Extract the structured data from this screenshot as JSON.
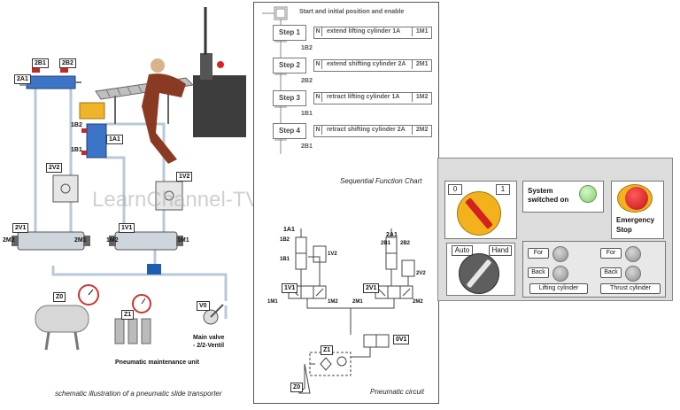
{
  "watermark": "LearnChannel-TV.com",
  "left_schematic": {
    "caption": "schematic illustration of a pneumatic slide transporter",
    "maintenance_label": "Pneumatic maintenance unit",
    "valve_label_line1": "Main valve",
    "valve_label_line2": "- 2/2-Ventil",
    "labels": {
      "2A1": "2A1",
      "2B1": "2B1",
      "2B2": "2B2",
      "1B2": "1B2",
      "1B1": "1B1",
      "1A1": "1A1",
      "2V2": "2V2",
      "1V2": "1V2",
      "2V1": "2V1",
      "1V1": "1V1",
      "2M2": "2M2",
      "2M1": "2M1",
      "1M2": "1M2",
      "1M1": "1M1",
      "Z0": "Z0",
      "Z1": "Z1",
      "V0": "V0"
    }
  },
  "sfc": {
    "caption": "Sequential Function Chart",
    "start_text": "Start and initial position and enable",
    "steps": [
      {
        "label": "Step 1",
        "qualifier": "N",
        "action": "extend lifting cylinder 1A",
        "output": "1M1",
        "transition": "1B2"
      },
      {
        "label": "Step 2",
        "qualifier": "N",
        "action": "extend shifting cylinder 2A",
        "output": "2M1",
        "transition": "2B2"
      },
      {
        "label": "Step 3",
        "qualifier": "N",
        "action": "retract lifting cylinder 1A",
        "output": "1M2",
        "transition": "1B1"
      },
      {
        "label": "Step 4",
        "qualifier": "N",
        "action": "retract shifting cylinder 2A",
        "output": "2M2",
        "transition": "2B1"
      }
    ]
  },
  "circuit": {
    "caption": "Pneumatic circuit",
    "labels": {
      "1A1": "1A1",
      "1B2": "1B2",
      "1B1": "1B1",
      "1V2": "1V2",
      "1V1": "1V1",
      "1M1": "1M1",
      "1M2": "1M2",
      "2A1": "2A1",
      "2B1": "2B1",
      "2B2": "2B2",
      "2V2": "2V2",
      "2V1": "2V1",
      "2M1": "2M1",
      "2M2": "2M2",
      "0V1": "0V1",
      "Z1": "Z1",
      "Z0": "Z0"
    }
  },
  "control_panel": {
    "switch_off": "0",
    "switch_on": "1",
    "system_status_line1": "System",
    "system_status_line2": "switched on",
    "emergency_line1": "Emergency",
    "emergency_line2": "Stop",
    "mode_auto": "Auto",
    "mode_hand": "Hand",
    "lifting": {
      "for": "For",
      "back": "Back",
      "label": "Lifting cylinder"
    },
    "thrust": {
      "for": "For",
      "back": "Back",
      "label": "Thrust cylinder"
    },
    "colors": {
      "indicator": "#9be38a",
      "emergency": "#d61b1b",
      "switch_body": "#f2b21b",
      "panel": "#dcdcdc"
    }
  }
}
